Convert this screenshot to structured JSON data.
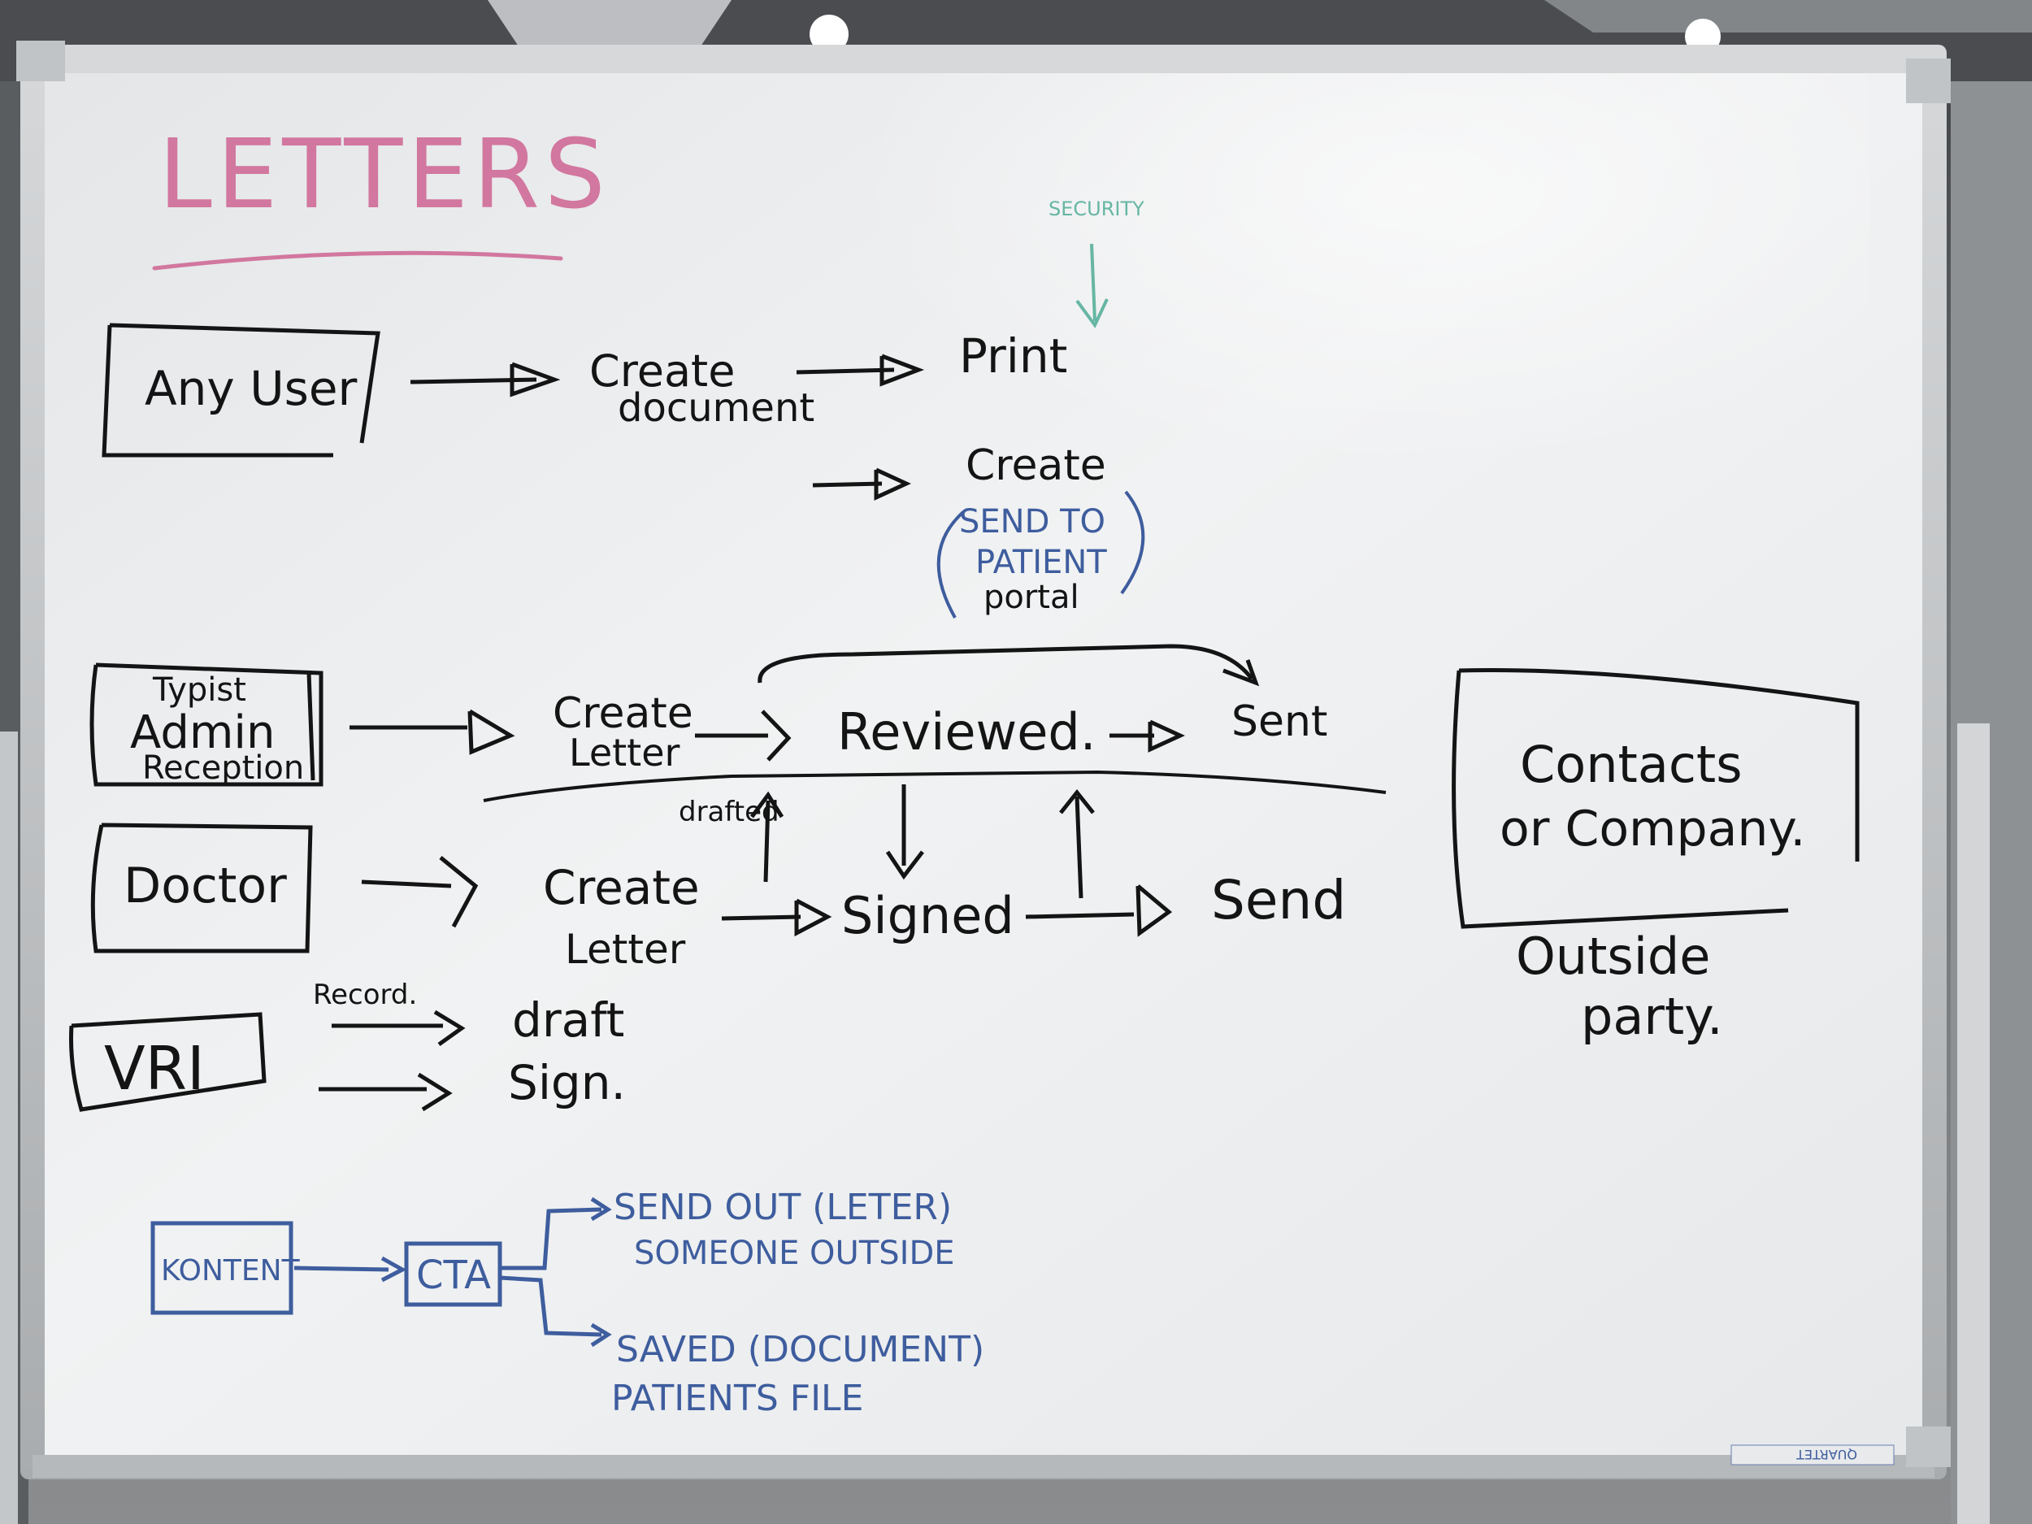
{
  "board": {
    "title": "LETTERS",
    "security_note": "SECURITY",
    "brand_label": "QUARTET",
    "colors": {
      "marker_black": "#141414",
      "marker_blue": "#3e5d9e",
      "marker_pink": "#d2779f",
      "marker_green": "#66b6a3",
      "board_white": "#eeeff0",
      "frame_silver": "#c9ccce"
    }
  },
  "flow_any_user": {
    "actor": "Any User",
    "step1_line1": "Create",
    "step1_line2": "document",
    "print": "Print",
    "create": "Create",
    "patient_line1": "SEND TO",
    "patient_line2": "PATIENT",
    "patient_line3": "portal"
  },
  "flow_admin": {
    "actor_line1": "Typist",
    "actor_line2": "Admin",
    "actor_line3": "Reception",
    "create_line1": "Create",
    "create_line2": "Letter",
    "reviewed": "Reviewed.",
    "sent": "Sent",
    "drafted": "drafted"
  },
  "flow_doctor": {
    "actor": "Doctor",
    "create_line1": "Create",
    "create_line2": "Letter",
    "signed": "Signed",
    "send": "Send"
  },
  "flow_vri": {
    "actor": "VRI",
    "record": "Record.",
    "draft": "draft",
    "sign": "Sign."
  },
  "outside": {
    "box_line1": "Contacts",
    "box_line2": "or Company.",
    "label_line1": "Outside",
    "label_line2": "party."
  },
  "cta_flow": {
    "content": "KONTENT",
    "cta": "CTA",
    "out_line1": "SEND OUT (LETER)",
    "out_line2": "SOMEONE OUTSIDE",
    "saved_line1": "SAVED (DOCUMENT)",
    "saved_line2": "PATIENTS FILE"
  }
}
